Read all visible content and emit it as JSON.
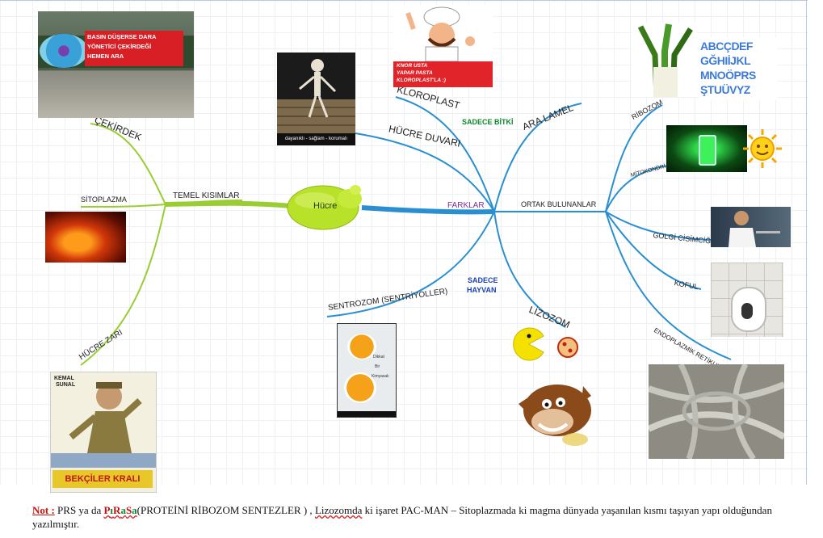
{
  "center": {
    "label": "Hücre"
  },
  "branches": {
    "temel": "TEMEL KISIMLAR",
    "farklar": "FARKLAR",
    "ortak": "ORTAK BULUNANLAR",
    "cekirdek": "ÇEKİRDEK",
    "sitoplazma": "SİTOPLAZMA",
    "hucre_zari": "HÜCRE ZARI",
    "kloroplast": "KLOROPLAST",
    "hucre_duvari": "HÜCRE DUVARI",
    "ara_lamel": "ARA LAMEL",
    "sentrozom": "SENTROZOM (SENTRİYOLLER)",
    "lizozom": "LİZOZOM",
    "ribozom": "RİBOZOM",
    "mitokondri": "MİTOKONDRİ",
    "golgi": "GOLGİ CİSİMCİĞİ",
    "koful": "KOFUL",
    "endoplazmik": "ENDOPLAZMİK RETİKULUM"
  },
  "group_labels": {
    "sadece_bitki": "SADECE BİTKİ",
    "sadece_hayvan_1": "SADECE",
    "sadece_hayvan_2": "HAYVAN"
  },
  "image_texts": {
    "cekirdek_1": "BASIN DÜŞERSE DARA",
    "cekirdek_2": "YÖNETİCİ ÇEKİRDEĞİ",
    "cekirdek_3": "HEMEN ARA",
    "chef_1": "KNOR USTA",
    "chef_2": "YAPAR PASTA",
    "chef_3": "KLOROPLAST'LA   :)",
    "skeleton": "dayanıklı - sağlam - korumalı",
    "poster_1": "KEMAL",
    "poster_2": "SUNAL",
    "poster_title": "BEKÇİLER KRALI",
    "egg_1": "Dikkat",
    "egg_2": "Bir",
    "egg_3": "Kimyasalı",
    "alphabet": "ABCÇDEF GĞHIİJKL MNOÖPRS ŞTUÜVYZ"
  },
  "note": {
    "prefix": "Not :",
    "t1": " PRS ya da ",
    "pirasa_P": "P",
    "pirasa_i": "ı",
    "pirasa_R": "R",
    "pirasa_a": "a",
    "pirasa_S": "S",
    "pirasa_a2": "a",
    "t2": "(PROTEİNİ RİBOZOM SENTEZLER ) , ",
    "lizozomda": "Lizozomda",
    "t3": " ki işaret PAC-MAN – Sitoplazmada ki magma dünyada yaşanılan kısmı taşıyan yapı olduğundan yazılmıştır."
  },
  "colors": {
    "left_branch": "#9acd32",
    "right_branch": "#2a8fd0",
    "center_fill": "#b8e22a"
  }
}
